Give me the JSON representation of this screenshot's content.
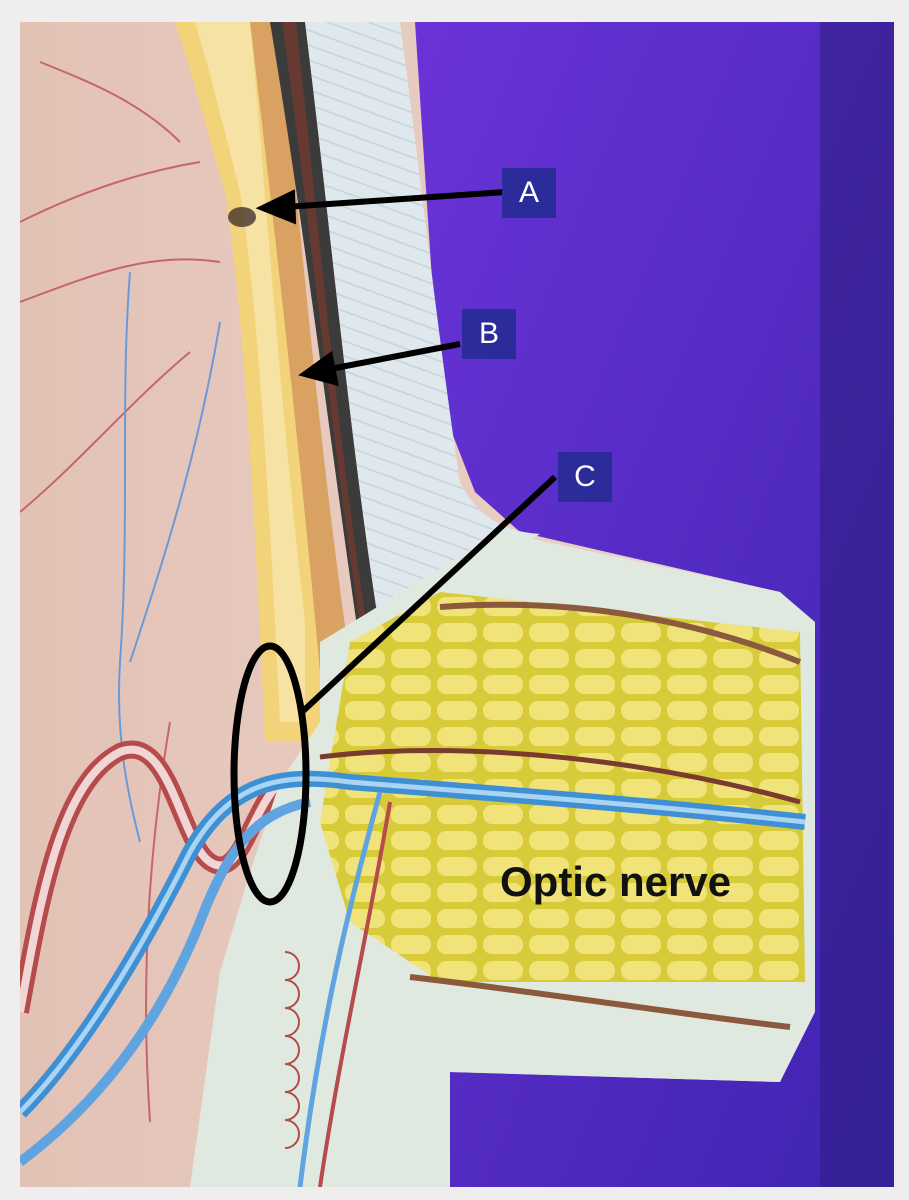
{
  "labels": {
    "a": "A",
    "b": "B",
    "c": "C"
  },
  "structure_label": "Optic nerve",
  "colors": {
    "label_background": "#2b2b9a",
    "background_purple": "#5a2fd0",
    "skin": "#e8c9bd",
    "sclera_layer": "#f3d37a",
    "choroid": "#3b3b3b",
    "nerve_fibers": "#e6d94f",
    "vein": "#4fa3e0",
    "artery": "#b54b4b"
  }
}
